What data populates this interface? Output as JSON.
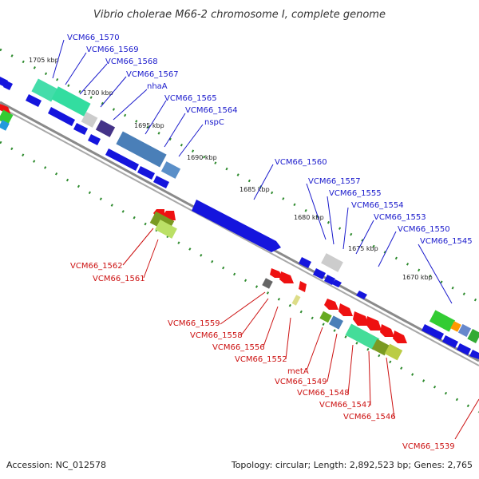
{
  "title": "Vibrio cholerae M66-2 chromosome I, complete genome",
  "footer": {
    "accession": "Accession: NC_012578",
    "summary": "Topology: circular; Length: 2,892,523 bp; Genes: 2,765"
  },
  "colors": {
    "backbone": "#8a8a8a",
    "tick": "#2e8b2e",
    "forward_label": "#1a1acc",
    "reverse_label": "#cc1111"
  },
  "ticks": [
    "1705 kbp",
    "1700 kbp",
    "1695 kbp",
    "1690 kbp",
    "1685 kbp",
    "1680 kbp",
    "1675 kbp",
    "1670 kbp"
  ],
  "forward_labels": [
    "VCM66_1570",
    "VCM66_1569",
    "VCM66_1568",
    "VCM66_1567",
    "nhaA",
    "VCM66_1565",
    "VCM66_1564",
    "nspC",
    "VCM66_1560",
    "VCM66_1557",
    "VCM66_1555",
    "VCM66_1554",
    "VCM66_1553",
    "VCM66_1550",
    "VCM66_1545"
  ],
  "reverse_labels": [
    "VCM66_1562",
    "VCM66_1561",
    "VCM66_1559",
    "VCM66_1558",
    "VCM66_1556",
    "VCM66_1552",
    "metA",
    "VCM66_1549",
    "VCM66_1548",
    "VCM66_1547",
    "VCM66_1546",
    "VCM66_1539"
  ]
}
